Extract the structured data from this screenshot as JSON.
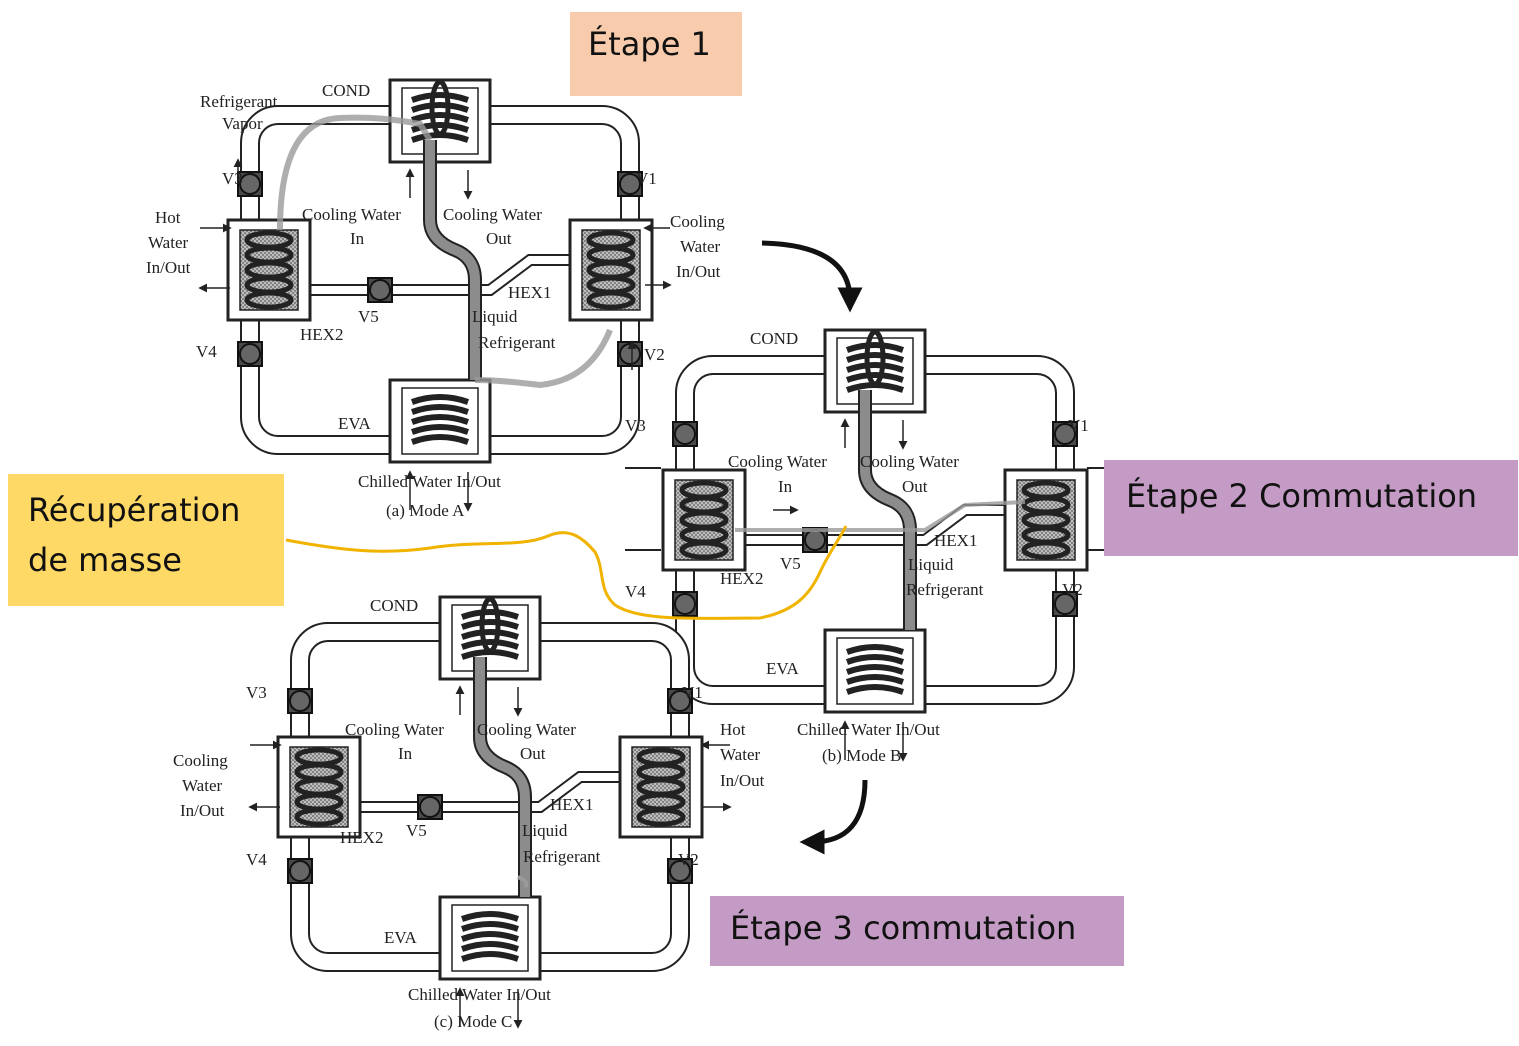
{
  "callouts": {
    "etape1": {
      "text": "Étape 1",
      "color": "#f8cbad"
    },
    "etape2": {
      "text": "Étape 2 Commutation",
      "color": "#c39bc4"
    },
    "etape3": {
      "text": "Étape 3 commutation",
      "color": "#c39bc4"
    },
    "recuperation": {
      "line1": "Récupération",
      "line2": "de masse",
      "color": "#ffd966"
    }
  },
  "highlight_color": "#f0b400",
  "mode_a": {
    "caption": "(a) Mode A",
    "cond": "COND",
    "eva": "EVA",
    "v1": "V1",
    "v2": "V2",
    "v3": "V3",
    "v4": "V4",
    "v5": "V5",
    "hex1": "HEX1",
    "hex2": "HEX2",
    "refrigerant_vapor_1": "Refrigerant",
    "refrigerant_vapor_2": "Vapor",
    "hot_water_1": "Hot",
    "hot_water_2": "Water",
    "hot_water_3": "In/Out",
    "cooling_water_in_1": "Cooling Water",
    "cooling_water_in_2": "In",
    "cooling_water_out_1": "Cooling Water",
    "cooling_water_out_2": "Out",
    "right_water_1": "Cooling",
    "right_water_2": "Water",
    "right_water_3": "In/Out",
    "liquid_1": "Liquid",
    "liquid_2": "Refrigerant",
    "chilled": "Chilled Water In/Out"
  },
  "mode_b": {
    "caption": "(b) Mode B",
    "cond": "COND",
    "eva": "EVA",
    "v1": "V1",
    "v2": "V2",
    "v3": "V3",
    "v4": "V4",
    "v5": "V5",
    "hex1": "HEX1",
    "hex2": "HEX2",
    "cooling_water_in_1": "Cooling Water",
    "cooling_water_in_2": "In",
    "cooling_water_out_1": "Cooling Water",
    "cooling_water_out_2": "Out",
    "liquid_1": "Liquid",
    "liquid_2": "Refrigerant",
    "chilled": "Chilled Water In/Out"
  },
  "mode_c": {
    "caption": "(c) Mode C",
    "cond": "COND",
    "eva": "EVA",
    "v1": "V1",
    "v2": "V2",
    "v3": "V3",
    "v4": "V4",
    "v5": "V5",
    "hex1": "HEX1",
    "hex2": "HEX2",
    "left_water_1": "Cooling",
    "left_water_2": "Water",
    "left_water_3": "In/Out",
    "cooling_water_in_1": "Cooling Water",
    "cooling_water_in_2": "In",
    "cooling_water_out_1": "Cooling Water",
    "cooling_water_out_2": "Out",
    "hot_water_1": "Hot",
    "hot_water_2": "Water",
    "hot_water_3": "In/Out",
    "liquid_1": "Liquid",
    "liquid_2": "Refrigerant",
    "chilled": "Chilled Water In/Out"
  }
}
